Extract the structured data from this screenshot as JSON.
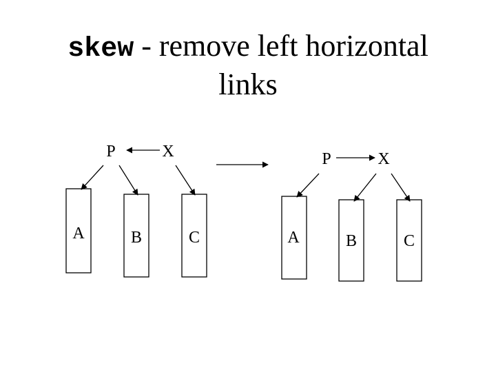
{
  "title": {
    "keyword": "skew",
    "separator": " - ",
    "text": "remove left horizontal",
    "text_line2": "links"
  },
  "before": {
    "nodes": {
      "P": "P",
      "X": "X"
    },
    "subtrees": {
      "A": "A",
      "B": "B",
      "C": "C"
    }
  },
  "after": {
    "nodes": {
      "P": "P",
      "X": "X"
    },
    "subtrees": {
      "A": "A",
      "B": "B",
      "C": "C"
    }
  }
}
